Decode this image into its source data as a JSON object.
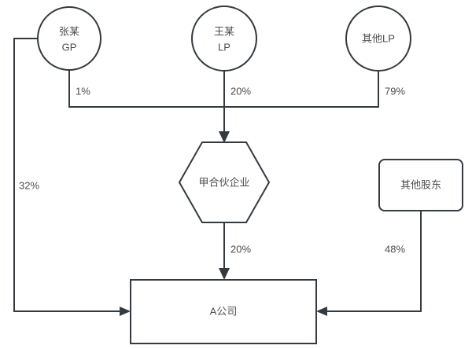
{
  "diagram": {
    "type": "ownership-structure-chart",
    "background_color": "#ffffff",
    "stroke_color": "#343a40",
    "text_color": "#4d4d4d",
    "nodes": {
      "zhang_gp": {
        "line1": "张某",
        "line2": "GP",
        "shape": "circle"
      },
      "wang_lp": {
        "line1": "王某",
        "line2": "LP",
        "shape": "circle"
      },
      "other_lp": {
        "line1": "其他LP",
        "line2": "",
        "shape": "circle"
      },
      "partnership": {
        "line1": "甲合伙企业",
        "shape": "hexagon"
      },
      "other_shareholders": {
        "line1": "其他股东",
        "shape": "rounded-rect"
      },
      "company_a": {
        "line1": "A公司",
        "shape": "rect"
      }
    },
    "edges": [
      {
        "id": "zhang-to-partnership",
        "from": "zhang_gp",
        "to": "partnership",
        "label": "1%"
      },
      {
        "id": "wang-to-partnership",
        "from": "wang_lp",
        "to": "partnership",
        "label": "20%"
      },
      {
        "id": "otherlp-to-partnership",
        "from": "other_lp",
        "to": "partnership",
        "label": "79%"
      },
      {
        "id": "zhang-to-company",
        "from": "zhang_gp",
        "to": "company_a",
        "label": "32%"
      },
      {
        "id": "partnership-to-company",
        "from": "partnership",
        "to": "company_a",
        "label": "20%"
      },
      {
        "id": "othershareholders-to-company",
        "from": "other_shareholders",
        "to": "company_a",
        "label": "48%"
      }
    ]
  }
}
